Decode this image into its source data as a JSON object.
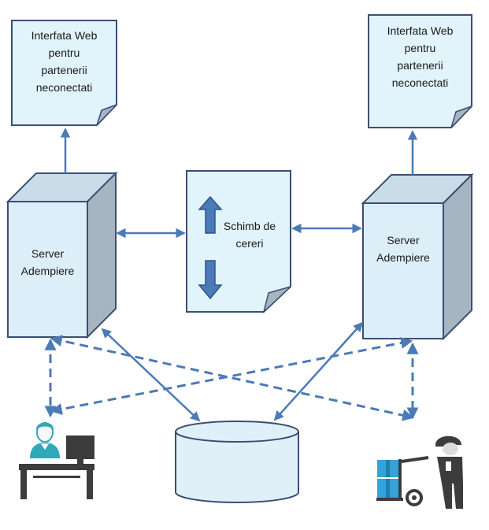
{
  "web_left": {
    "label": "Interfata Web\npentru\npartenerii\nneconectati"
  },
  "web_right": {
    "label": "Interfata Web\npentru\npartenerii\nneconectati"
  },
  "server_left": {
    "label": "Server\nAdempiere"
  },
  "server_right": {
    "label": "Server\nAdempiere"
  },
  "exchange": {
    "label": "Schimb de\ncereri"
  },
  "colors": {
    "box_fill": "#e1f3fb",
    "box_stroke": "#3a4f73",
    "server_front": "#dceef8",
    "server_top": "#c9dde9",
    "server_side": "#a7b5c2",
    "arrow": "#4a7ab8",
    "cylinder_fill": "#dff0f9",
    "person_teal": "#2ea9b6",
    "person_dark": "#3c3c3c",
    "package_blue": "#35a3d8"
  },
  "icons": {
    "computer_user": "computer-user-icon",
    "delivery_worker": "delivery-worker-icon",
    "database": "database-icon"
  }
}
